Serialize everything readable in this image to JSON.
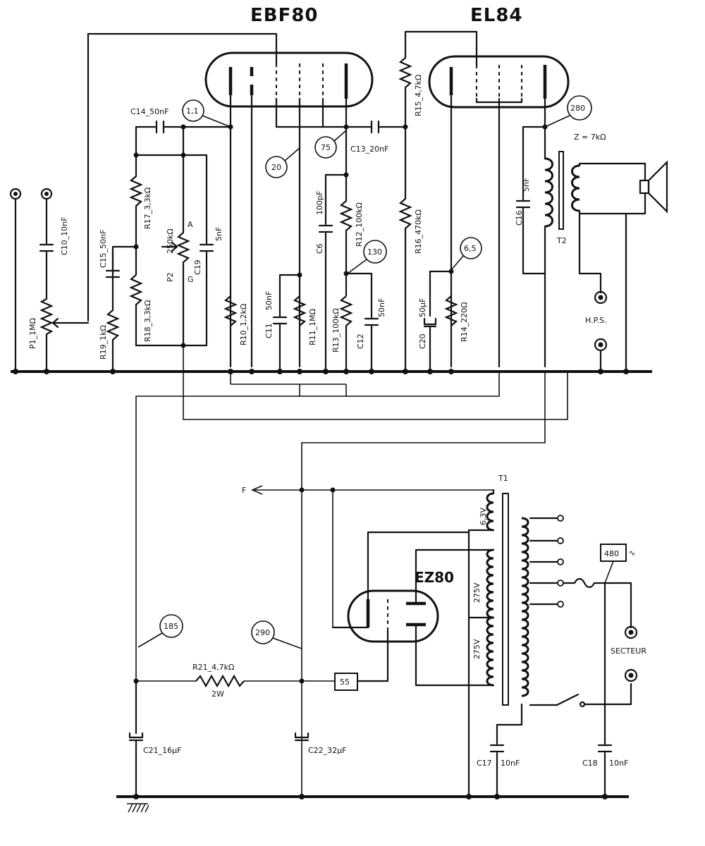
{
  "tubes": {
    "ebf80": "EBF80",
    "el84": "EL84",
    "ez80": "EZ80"
  },
  "components": {
    "c14": "C14_50nF",
    "c15": "C15_50nF",
    "c10": "C10_10nF",
    "p1": "P1_1MΩ",
    "r19": "R19_1kΩ",
    "r17": "R17_3,3kΩ",
    "r18": "R18_3,3kΩ",
    "p2": "P2",
    "p2_value": "250kΩ",
    "p2_a": "A",
    "p2_g": "G",
    "c19": "C19",
    "c19_value": "5nF",
    "r10": "R10_1,2kΩ",
    "c11": "C11",
    "c11_value": "50nF",
    "r11": "R11_1MΩ",
    "c6": "C6",
    "c6_value": "100pF",
    "r12": "R12_100kΩ",
    "r13": "R13_100kΩ",
    "c12": "C12",
    "c12_value": "50nF",
    "c13": "C13_20nF",
    "r15": "R15_4,7kΩ",
    "r16": "R16_470kΩ",
    "c20": "C20",
    "c20_value": "50µF",
    "r14": "R14_220Ω",
    "c16": "C16",
    "c16_value": "5nF",
    "z": "Z = 7kΩ",
    "t2": "T2",
    "hps": "H.P.S.",
    "t1": "T1",
    "v63": "6,3V",
    "v275a": "275V",
    "v275b": "275V",
    "mains_v": "480",
    "mains_sym": "∿",
    "secteur": "SECTEUR",
    "r21": "R21_4,7kΩ",
    "r21_w": "2W",
    "c21": "C21_16µF",
    "c22": "C22_32µF",
    "c17": "C17",
    "c17_value": "10nF",
    "c18": "C18",
    "c18_value": "10nF",
    "f": "F",
    "box55": "55"
  },
  "voltages": {
    "v11": "1,1",
    "v20": "20",
    "v75": "75",
    "v130": "130",
    "v65": "6,5",
    "v280": "280",
    "v185": "185",
    "v290": "290"
  }
}
